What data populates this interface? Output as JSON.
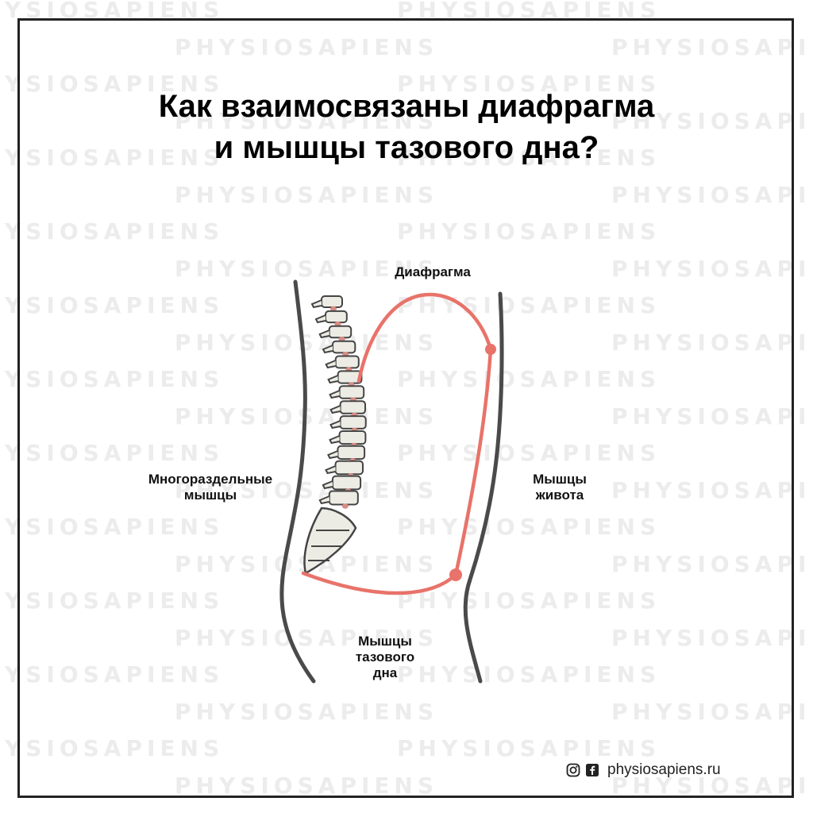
{
  "title": {
    "line1": "Как взаимосвязаны диафрагма",
    "line2": "и мышцы тазового дна?"
  },
  "watermark": "PHYSIOSAPIENS",
  "labels": {
    "diaphragm": "Диафрагма",
    "multifidus": [
      "Многораздельные",
      "мышцы"
    ],
    "abdominal": [
      "Мышцы",
      "живота"
    ],
    "pelvic_floor": [
      "Мышцы",
      "тазового",
      "дна"
    ]
  },
  "footer": {
    "icons": [
      "instagram-icon",
      "facebook-icon"
    ],
    "website": "physiosapiens.ru"
  },
  "colors": {
    "muscle_outline": "#e8736a",
    "body_outline": "#4a4a4a",
    "vertebra_fill": "#ecece4",
    "disc_fill": "#d98b84",
    "frame": "#222222"
  }
}
